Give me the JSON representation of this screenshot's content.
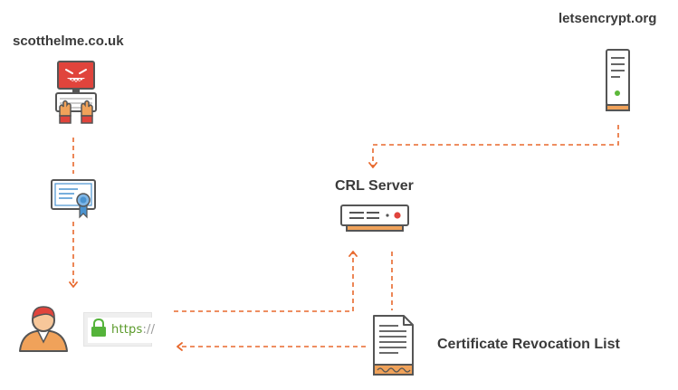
{
  "labels": {
    "site": "scotthelme.co.uk",
    "ca": "letsencrypt.org",
    "crl_server": "CRL Server",
    "crl_list": "Certificate Revocation List"
  },
  "browser": {
    "url_scheme": "https",
    "url_slashes": "://"
  },
  "colors": {
    "arrow": "#e8692d",
    "text": "#3b3b3b",
    "orange": "#f0a25a",
    "devil": "#e0443c",
    "cert_blue": "#4a93d0",
    "lock_green": "#54b33a",
    "server_green": "#5cb83a",
    "server_red": "#e0443c"
  },
  "icons": {
    "site": "hacker-at-keyboard-icon",
    "certificate": "certificate-icon",
    "ca_server": "tower-server-icon",
    "crl_server": "rack-server-icon",
    "crl_document": "document-icon",
    "user": "user-icon",
    "lock": "lock-icon"
  }
}
